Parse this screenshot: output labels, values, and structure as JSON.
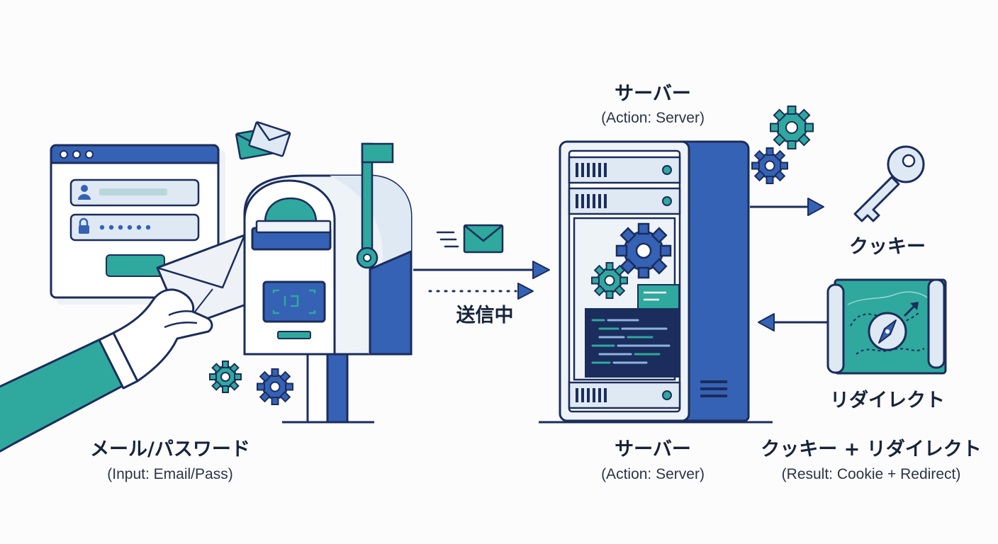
{
  "colors": {
    "navy": "#1b2d5c",
    "blue": "#3562b4",
    "teal": "#2fa89e",
    "light_blue": "#dfe9f3",
    "pale": "#eef3f7",
    "ink": "#16233a"
  },
  "labels": {
    "input_jp": "メール/パスワード",
    "input_en": "(Input: Email/Pass)",
    "sending": "送信中",
    "server_top_jp": "サーバー",
    "server_top_en": "(Action: Server)",
    "server_bottom_jp": "サーバー",
    "server_bottom_en": "(Action: Server)",
    "cookie": "クッキー",
    "redirect": "リダイレクト",
    "result_jp": "クッキー + リダイレクト",
    "result_en": "(Result: Cookie + Redirect)"
  },
  "icons": {
    "login_window": "browser-login-form-icon",
    "password_field": "padlock-icon",
    "user_field": "user-icon",
    "hand": "hand-holding-envelope-icon",
    "mailbox": "mailbox-icon",
    "envelopes": "envelope-icon",
    "server": "server-rack-icon",
    "gears": "gear-icon",
    "key": "key-icon",
    "map": "map-compass-icon"
  }
}
